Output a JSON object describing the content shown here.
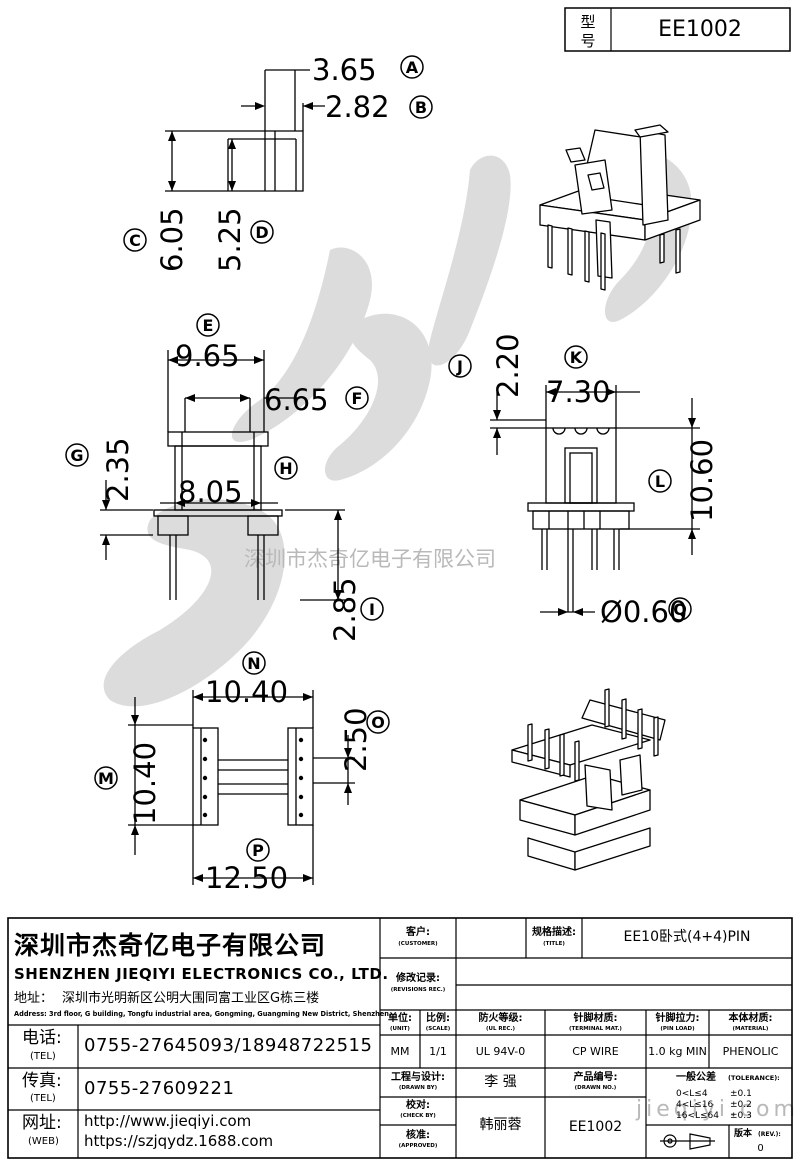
{
  "header": {
    "model_label_1": "型",
    "model_label_2": "号",
    "model_value": "EE1002"
  },
  "dims": {
    "A": "3.65",
    "B": "2.82",
    "C": "6.05",
    "D": "5.25",
    "E": "9.65",
    "F": "6.65",
    "G": "2.35",
    "H": "8.05",
    "I": "2.85",
    "J": "2.20",
    "K": "7.30",
    "L": "10.60",
    "M": "10.40",
    "N": "10.40",
    "O": "2.50",
    "P": "12.50",
    "Q": "Ø0.60"
  },
  "circles": {
    "A": "A",
    "B": "B",
    "C": "C",
    "D": "D",
    "E": "E",
    "F": "F",
    "G": "G",
    "H": "H",
    "I": "I",
    "J": "J",
    "K": "K",
    "L": "L",
    "M": "M",
    "N": "N",
    "O": "O",
    "P": "P",
    "Q": "Q"
  },
  "watermark": {
    "text": "深圳市杰奇亿电子有限公司",
    "site": "jieqiyi.com"
  },
  "company": {
    "name_cn": "深圳市杰奇亿电子有限公司",
    "name_en": "SHENZHEN JIEQIYI ELECTRONICS CO., LTD.",
    "address_label": "地址：",
    "address_cn": "深圳市光明新区公明大围同富工业区G栋三楼",
    "address_en": "Address: 3rd floor, G building, Tongfu industrial area, Gongming, Guangming New District, Shenzhen.",
    "tel_label": "电话:",
    "tel_sub": "(TEL)",
    "tel": "0755-27645093/18948722515",
    "fax_label": "传真:",
    "fax_sub": "(TEL)",
    "fax": "0755-27609221",
    "web_label": "网址:",
    "web_sub": "(WEB)",
    "web1": "http://www.jieqiyi.com",
    "web2": "https://szjqydz.1688.com"
  },
  "titleblock": {
    "customer_label": "客户:",
    "customer_sub": "(CUSTOMER)",
    "title_label": "规格描述:",
    "title_sub": "(TITLE)",
    "title_value": "EE10卧式(4+4)PIN",
    "rev_label": "修改记录:",
    "rev_sub": "(REVISIONS REC.)",
    "unit_label": "单位:",
    "unit_sub": "(UNIT)",
    "unit_value": "MM",
    "scale_label": "比例:",
    "scale_sub": "(SCALE)",
    "scale_value": "1/1",
    "ul_label": "防火等级:",
    "ul_sub": "(UL REC.)",
    "ul_value": "UL 94V-0",
    "term_label": "针脚材质:",
    "term_sub": "(TERMINAL MAT.)",
    "term_value": "CP WIRE",
    "pin_label": "针脚拉力:",
    "pin_sub": "(PIN LOAD)",
    "pin_value": "1.0 kg MIN",
    "mat_label": "本体材质:",
    "mat_sub": "(MATERIAL)",
    "mat_value": "PHENOLIC",
    "drawn_label": "工程与设计:",
    "drawn_sub": "(DRAWN BY)",
    "drawn_value": "李 强",
    "check_label": "校对:",
    "check_sub": "(CHECK BY)",
    "check_value": "韩丽蓉",
    "appr_label": "核准:",
    "appr_sub": "(APPROVED)",
    "prod_label": "产品编号:",
    "prod_sub": "(DRAWN NO.)",
    "prod_value": "EE1002",
    "tol_label": "一般公差",
    "tol_sub": "(TOLERANCE):",
    "tol_rows": [
      {
        "range": "0<L≤4",
        "tol": "±0.1"
      },
      {
        "range": "4<L≤16",
        "tol": "±0.2"
      },
      {
        "range": "16<L≤64",
        "tol": "±0.3"
      }
    ],
    "version_label": "版本",
    "version_sub": "(REV.):",
    "version_value": "0"
  }
}
